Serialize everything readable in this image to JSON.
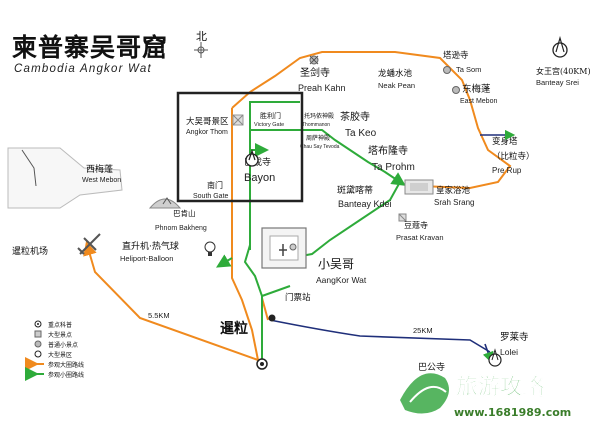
{
  "title": {
    "zh": "柬普寨吴哥窟",
    "en": "Cambodia Angkor Wat"
  },
  "compass": "北",
  "places": {
    "angkor_thom": {
      "zh": "大吴哥景区",
      "en": "Angkor Thom"
    },
    "bayon": {
      "zh": "巴戎寺",
      "en": "Bayon"
    },
    "south_gate": {
      "zh": "南门",
      "en": "South Gate"
    },
    "victory_gate": {
      "zh": "胜利门",
      "en": "Victory Gate"
    },
    "thommanon": {
      "zh": "托玛侬神殿",
      "en": "Thommanon"
    },
    "chau_say": {
      "zh": "周萨神殿",
      "en": "Chau Say Tevoda"
    },
    "ta_keo": {
      "zh": "茶胶寺",
      "en": "Ta Keo"
    },
    "ta_prohm": {
      "zh": "塔布隆寺",
      "en": "Ta Prohm"
    },
    "banteay_kdei": {
      "zh": "斑黛喀蒂",
      "en": "Banteay Kdei"
    },
    "srah_srang": {
      "zh": "皇家浴池",
      "en": "Srah Srang"
    },
    "prasat_kravan": {
      "zh": "豆蔻寺",
      "en": "Prasat Kravan"
    },
    "preah_kahn": {
      "zh": "圣剑寺",
      "en": "Preah Kahn"
    },
    "neak_pean": {
      "zh": "龙蟠水池",
      "en": "Neak Pean"
    },
    "ta_som": {
      "zh": "塔逊寺",
      "en": "Ta Som"
    },
    "east_mebon": {
      "zh": "东梅蓬",
      "en": "East Mebon"
    },
    "pre_rup": {
      "zh": "变身塔",
      "en": "Pre Rup",
      "alt_zh": "（比粒寺）"
    },
    "banteay_srei": {
      "zh": "女王宫(40KM)",
      "en": "Banteay Srei"
    },
    "west_mebon": {
      "zh": "西梅蓬",
      "en": "West Mebon"
    },
    "phnom_bakheng": {
      "zh": "巴肯山",
      "en": "Phnom Bakheng"
    },
    "heliport": {
      "zh": "直升机·热气球",
      "en": "Heliport-Balloon"
    },
    "angkor_wat": {
      "zh": "小吴哥",
      "en": "AangKor Wat"
    },
    "ticket_office": {
      "zh": "门票站"
    },
    "siem_reap": {
      "zh": "暹粒"
    },
    "airport": {
      "zh": "暹粒机场"
    },
    "lolei": {
      "zh": "罗莱寺",
      "en": "Lolei"
    },
    "roluos_group": {
      "zh": "巴公寺"
    }
  },
  "distances": {
    "airport_road": "5.5KM",
    "roluos_road": "25KM"
  },
  "legend": {
    "items": [
      "重点科普",
      "大型景点",
      "普通小景点",
      "大型景区",
      "参观大圈路线",
      "参观小圈路线"
    ]
  },
  "watermark": {
    "text": "旅游攻略",
    "url": "www.1681989.com"
  },
  "colors": {
    "big_circuit": "#f08a1e",
    "small_circuit": "#2eab3a",
    "road": "#1f2f7a",
    "frame": "#222222"
  }
}
